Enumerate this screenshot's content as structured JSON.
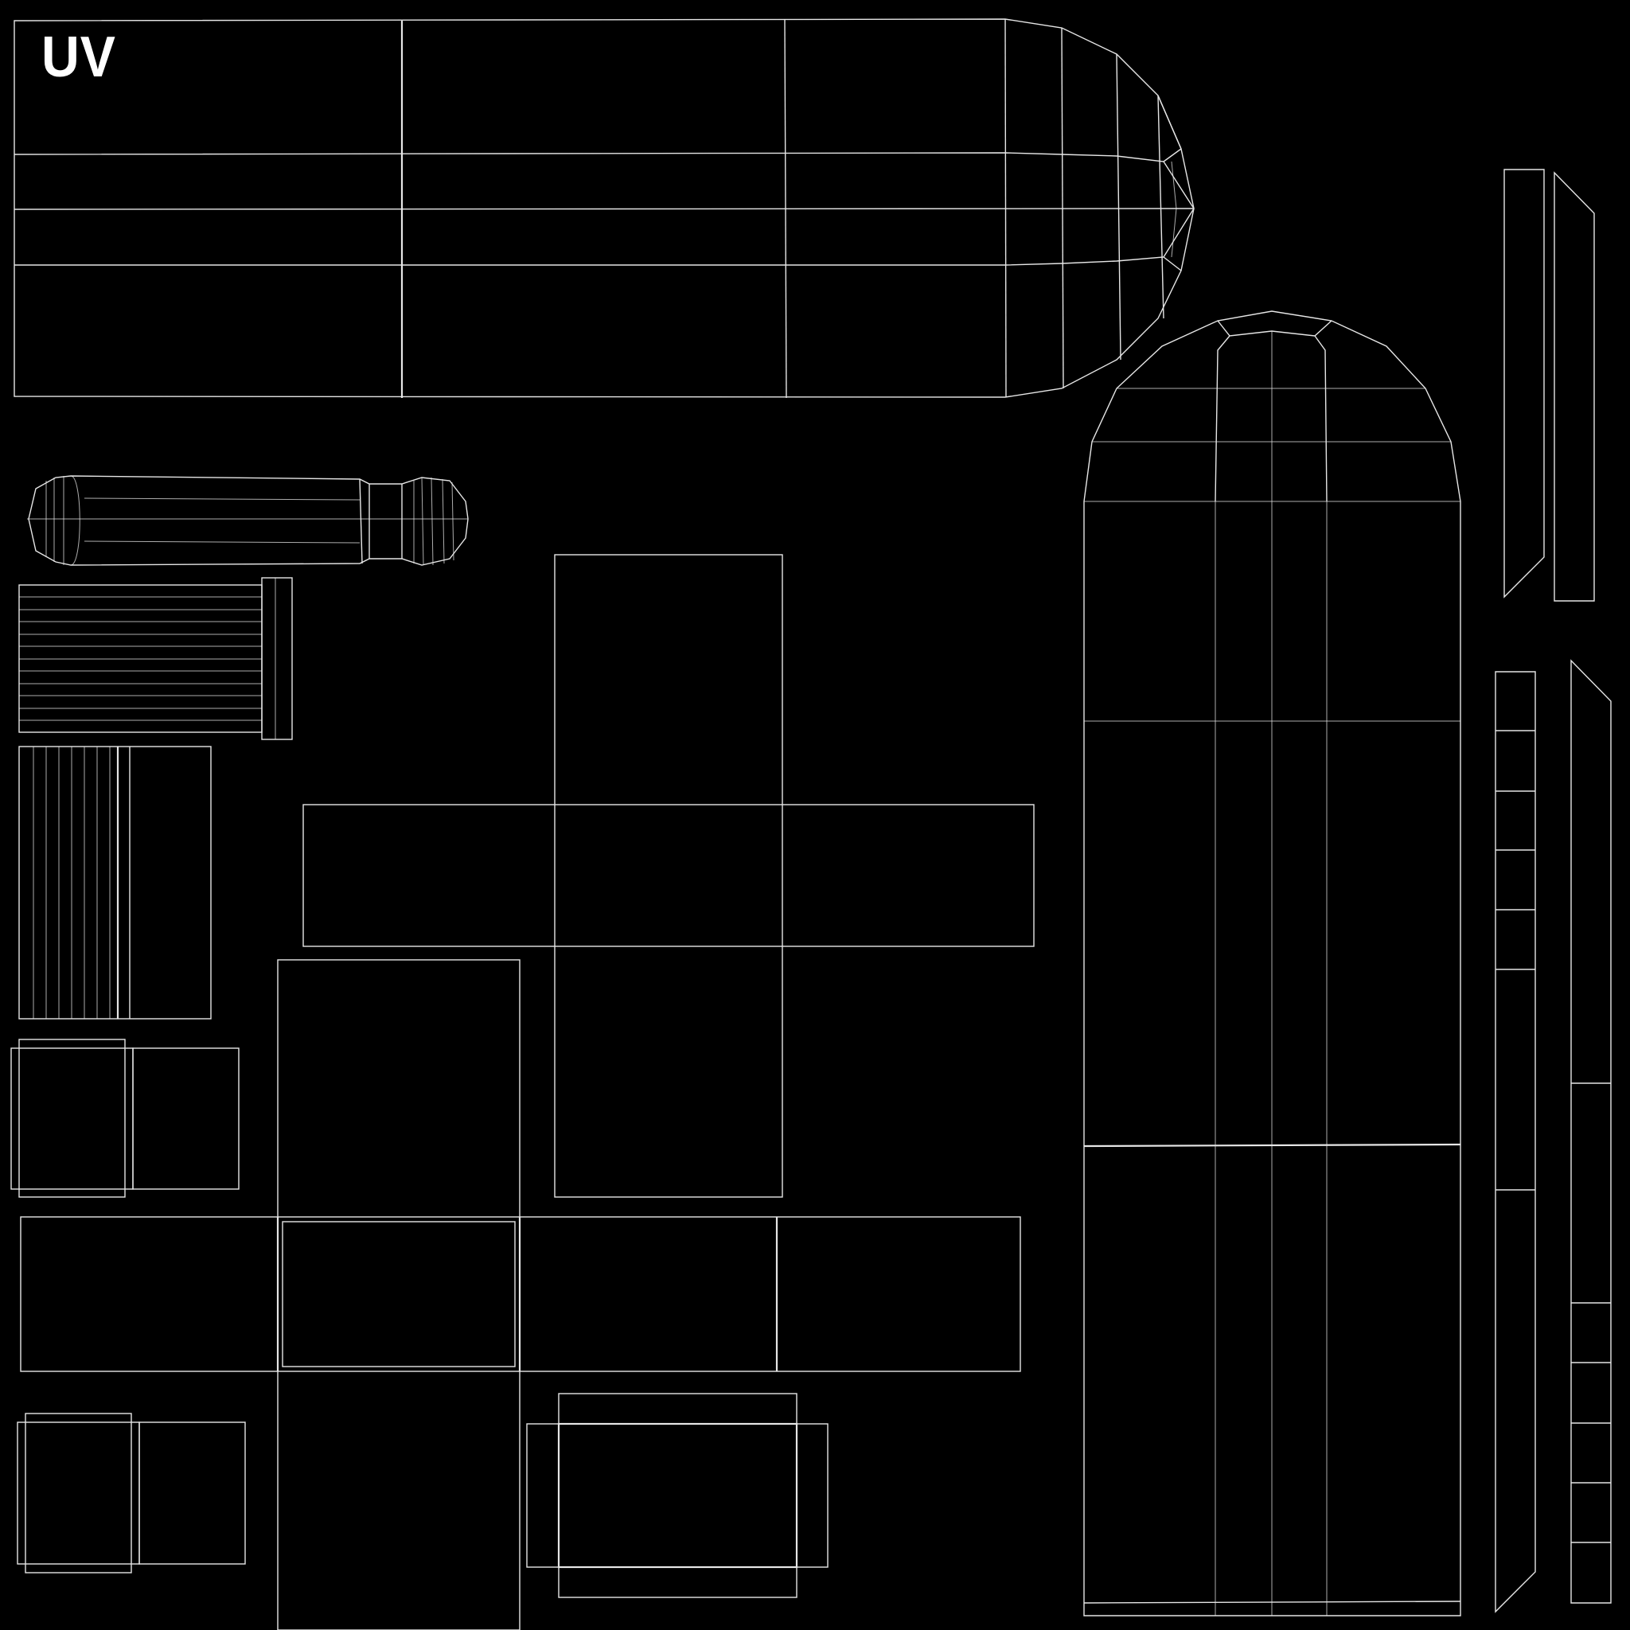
{
  "title": "UV",
  "colors": {
    "background": "#000000",
    "wire": "#e6e6e6",
    "title": "#ffffff"
  },
  "islands": [
    "long-capsule-island",
    "rounded-arch-island",
    "small-capsule-island",
    "striped-rect-island-horizontal",
    "striped-rect-island-vertical",
    "square-pair-island-top",
    "square-pair-island-bottom",
    "cross-unfold-island",
    "box-unfold-island",
    "tray-island",
    "thin-strip-islands"
  ]
}
